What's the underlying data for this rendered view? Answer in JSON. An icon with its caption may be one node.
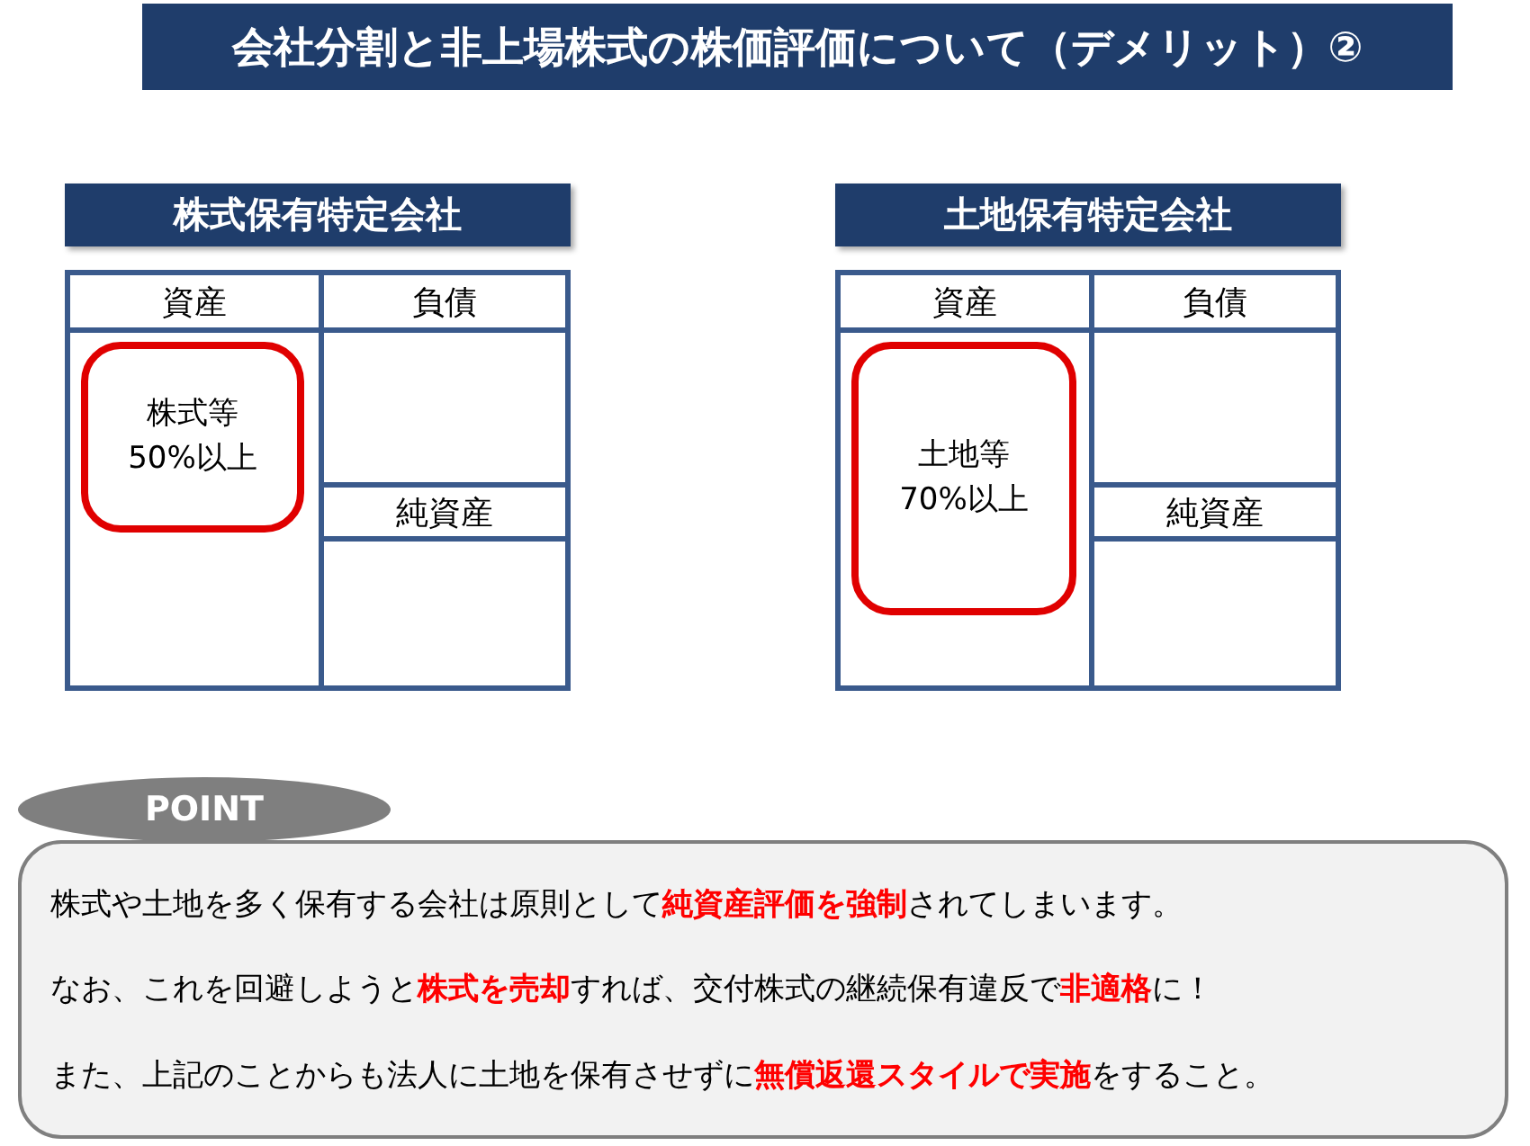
{
  "diagram": {
    "title": "会社分割と非上場株式の株価評価について（デメリット）②",
    "nodes": [
      {
        "text": [
          "株式保有特定会社"
        ]
      },
      {
        "text": [
          "資産"
        ]
      },
      {
        "text": [
          "負債"
        ]
      },
      {
        "text": [],
        "shape": "box"
      },
      {
        "text": [
          "株式等 50%以上"
        ],
        "in": 3
      },
      {
        "text": [],
        "shape": "box"
      },
      {
        "text": [
          "純資産"
        ]
      },
      {
        "text": [],
        "shape": "box"
      },
      {
        "text": [
          "土地保有特定会社"
        ]
      },
      {
        "text": [
          "資産"
        ]
      },
      {
        "text": [
          "負債"
        ]
      },
      {
        "text": [],
        "shape": "box"
      },
      {
        "text": [
          "土地等 70%以上"
        ],
        "in": 11
      },
      {
        "text": [],
        "shape": "box"
      },
      {
        "text": [
          "純資産"
        ]
      },
      {
        "text": [],
        "shape": "box"
      },
      {
        "text": [
          "POINT"
        ]
      },
      {
        "text": [
          "株式や土地を多く保有する会社は原則として**純資産評価を強制**されてしまいます。",
          "なお、これを回避しようと**株式を売却**すれば、交付株式の継続保有違反で**非適格**に！",
          "また、上記のことからも法人に土地を保有させずに**無償返還スタイルで実施**をすること。"
        ]
      }
    ]
  }
}
